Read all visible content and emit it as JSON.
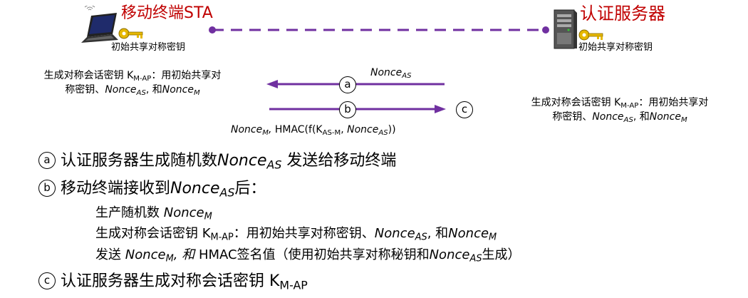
{
  "mobile": {
    "title": "移动终端STA",
    "key_label": "初始共享对称密钥",
    "left_text_line1_prefix": "生成对称会话密钥 K",
    "left_text_line1_sub": "M-AP",
    "left_text_line1_suffix": "：用初始共享对",
    "left_text_line2_prefix": "称密钥、",
    "left_text_line2_n1": "Nonce",
    "left_text_line2_n1_sub": "AS",
    "left_text_line2_mid": ", 和",
    "left_text_line2_n2": "Nonce",
    "left_text_line2_n2_sub": "M"
  },
  "server": {
    "title": "认证服务器",
    "key_label": "初始共享对称密钥",
    "right_text_line1_prefix": "生成对称会话密钥 K",
    "right_text_line1_sub": "M-AP",
    "right_text_line1_suffix": "：用初始共享对",
    "right_text_line2_prefix": "称密钥、",
    "right_text_line2_n1": "Nonce",
    "right_text_line2_n1_sub": "AS",
    "right_text_line2_mid": ", 和",
    "right_text_line2_n2": "Nonce",
    "right_text_line2_n2_sub": "M"
  },
  "messages": {
    "a_circle": "a",
    "a_nonce": "Nonce",
    "a_nonce_sub": "AS",
    "b_circle": "b",
    "b_nonce": "Nonce",
    "b_nonce_sub": "M",
    "b_sep": ",",
    "b_hmac_prefix": "HMAC(f(K",
    "b_hmac_sub": "AS-M",
    "b_hmac_mid": ", ",
    "b_hmac_nonce": "Nonce",
    "b_hmac_nonce_sub": "AS",
    "b_hmac_end": "))",
    "c_circle": "c"
  },
  "steps": {
    "a_circle": "a",
    "a_pre": "认证服务器生成随机数",
    "a_nonce": "Nonce",
    "a_nonce_sub": "AS",
    "a_post": " 发送给移动终端",
    "b_circle": "b",
    "b_pre": "移动终端接收到",
    "b_nonce": "Nonce",
    "b_nonce_sub": "AS",
    "b_post": "后：",
    "b1_pre": "生产随机数 ",
    "b1_nonce": "Nonce",
    "b1_nonce_sub": "M",
    "b2_pre": "生成对称会话密钥 K",
    "b2_sub": "M-AP",
    "b2_mid": "：用初始共享对称密钥、",
    "b2_n1": "Nonce",
    "b2_n1_sub": "AS",
    "b2_and": ", 和",
    "b2_n2": "Nonce",
    "b2_n2_sub": "M",
    "b3_pre": "发送 ",
    "b3_nonce": "Nonce",
    "b3_nonce_sub": "M",
    "b3_and": ", 和 ",
    "b3_post": "HMAC签名值（使用初始共享对称秘钥和",
    "b3_nonce2": "Nonce",
    "b3_nonce2_sub": "AS",
    "b3_end": "生成）",
    "c_circle": "c",
    "c_pre": "认证服务器生成对称会话密钥 K",
    "c_sub": "M-AP"
  },
  "colors": {
    "arrow": "#7030a0",
    "title": "#c00000"
  }
}
